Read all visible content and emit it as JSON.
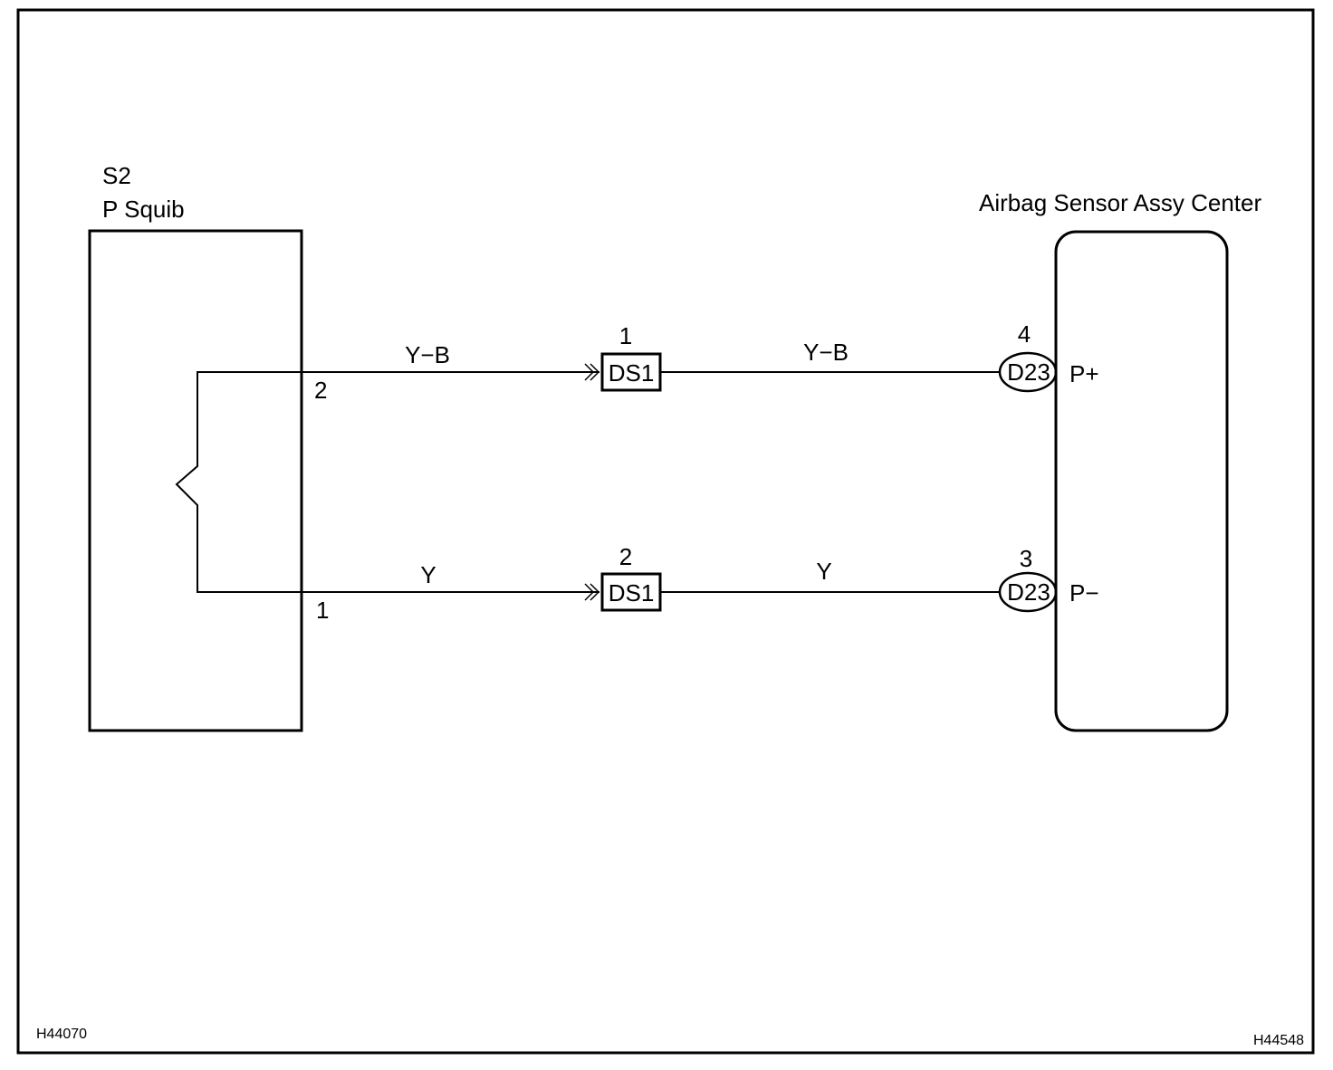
{
  "squib": {
    "code": "S2",
    "name": "P Squib",
    "pin_top": "2",
    "pin_bottom": "1"
  },
  "sensor": {
    "name": "Airbag Sensor Assy Center"
  },
  "wires": [
    {
      "color_left": "Y−B",
      "color_right": "Y−B",
      "junction": "DS1",
      "junction_pin": "1",
      "connector": "D23",
      "connector_pin": "4",
      "terminal": "P+"
    },
    {
      "color_left": "Y",
      "color_right": "Y",
      "junction": "DS1",
      "junction_pin": "2",
      "connector": "D23",
      "connector_pin": "3",
      "terminal": "P−"
    }
  ],
  "codes": {
    "left": "H44070",
    "right": "H44548"
  },
  "colors": {
    "line": "#000000",
    "background": "#ffffff"
  }
}
